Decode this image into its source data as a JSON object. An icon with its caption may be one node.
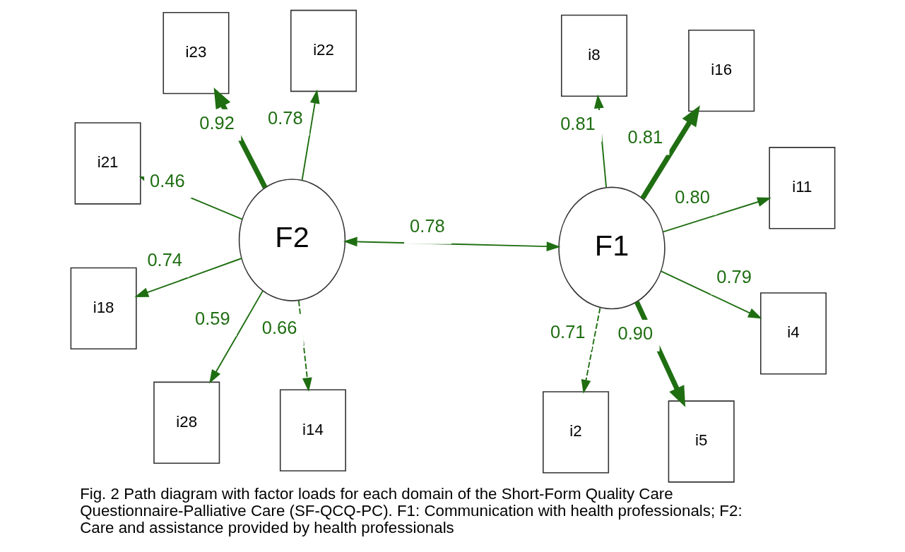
{
  "diagram": {
    "caption": "Fig. 2 Path diagram with factor loads for each domain of the Short-Form Quality Care Questionnaire-Palliative Care (SF-QCQ-PC). F1: Communication with health professionals; F2: Care and assistance provided by health professionals",
    "nodes": [
      {
        "text": [
          "F2"
        ]
      },
      {
        "text": [
          "F1"
        ]
      },
      {
        "text": [
          "i28"
        ]
      },
      {
        "text": [
          "i23"
        ]
      },
      {
        "text": [
          "i22"
        ]
      },
      {
        "text": [
          "i21"
        ]
      },
      {
        "text": [
          "i18"
        ]
      },
      {
        "text": [
          "i14"
        ]
      },
      {
        "text": [
          "i2"
        ]
      },
      {
        "text": [
          "i4"
        ]
      },
      {
        "text": [
          "i5"
        ]
      },
      {
        "text": [
          "i8"
        ]
      },
      {
        "text": [
          "i11"
        ]
      },
      {
        "text": [
          "i16"
        ]
      }
    ],
    "edges": [
      {
        "from": 0,
        "to": 1,
        "arrow": "both",
        "label": "0.78"
      },
      {
        "from": 0,
        "to": 2,
        "arrow": "to",
        "label": "0.59"
      },
      {
        "from": 0,
        "to": 3,
        "arrow": "to",
        "label": "0.92",
        "style": "thick"
      },
      {
        "from": 0,
        "to": 4,
        "arrow": "to",
        "label": "0.78"
      },
      {
        "from": 0,
        "to": 5,
        "arrow": "to",
        "label": "0.46"
      },
      {
        "from": 0,
        "to": 6,
        "arrow": "to",
        "label": "0.74"
      },
      {
        "from": 0,
        "to": 7,
        "arrow": "to",
        "label": "0.66",
        "style": "dashed"
      },
      {
        "from": 1,
        "to": 8,
        "arrow": "to",
        "label": "0.71",
        "style": "dashed"
      },
      {
        "from": 1,
        "to": 9,
        "arrow": "to",
        "label": "0.79"
      },
      {
        "from": 1,
        "to": 10,
        "arrow": "to",
        "label": "0.90",
        "style": "thick"
      },
      {
        "from": 1,
        "to": 11,
        "arrow": "to",
        "label": "0.81"
      },
      {
        "from": 1,
        "to": 12,
        "arrow": "to",
        "label": "0.80"
      },
      {
        "from": 1,
        "to": 13,
        "arrow": "to",
        "label": "0.81",
        "style": "thick"
      }
    ]
  }
}
